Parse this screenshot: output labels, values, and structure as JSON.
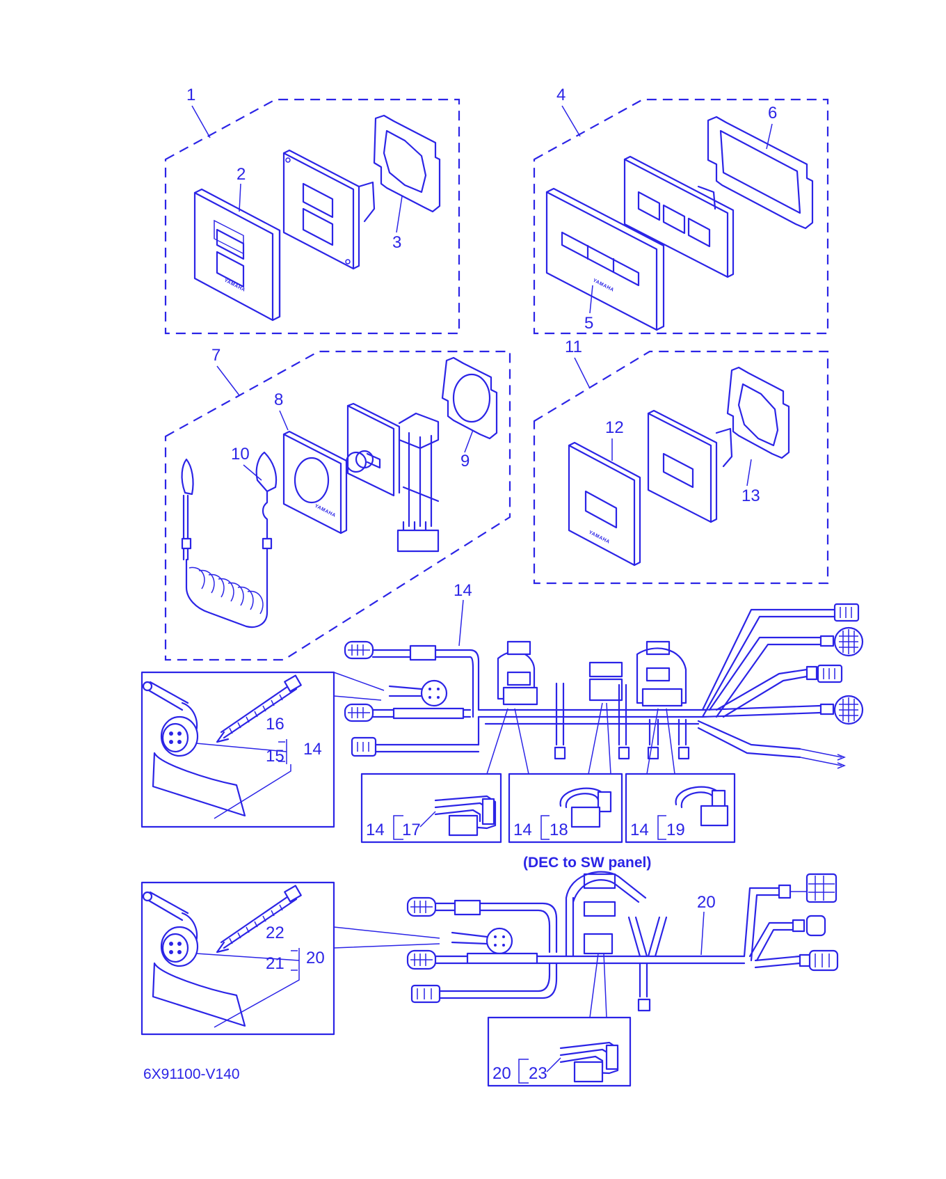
{
  "colors": {
    "ink": "#2b24e6",
    "background": "#ffffff"
  },
  "callouts": {
    "c1": "1",
    "c2": "2",
    "c3": "3",
    "c4": "4",
    "c5": "5",
    "c6": "6",
    "c7": "7",
    "c8": "8",
    "c9": "9",
    "c10": "10",
    "c11": "11",
    "c12": "12",
    "c13": "13",
    "c14a": "14",
    "c14b": "14",
    "c14c": "14",
    "c14d": "14",
    "c14e": "14",
    "c15": "15",
    "c16": "16",
    "c17": "17",
    "c18": "18",
    "c19": "19",
    "c20a": "20",
    "c20b": "20",
    "c20c": "20",
    "c21": "21",
    "c22": "22",
    "c23": "23"
  },
  "caption": "(DEC to SW panel)",
  "diagram_code": "6X91100-V140",
  "brand_text": "YAMAHA"
}
